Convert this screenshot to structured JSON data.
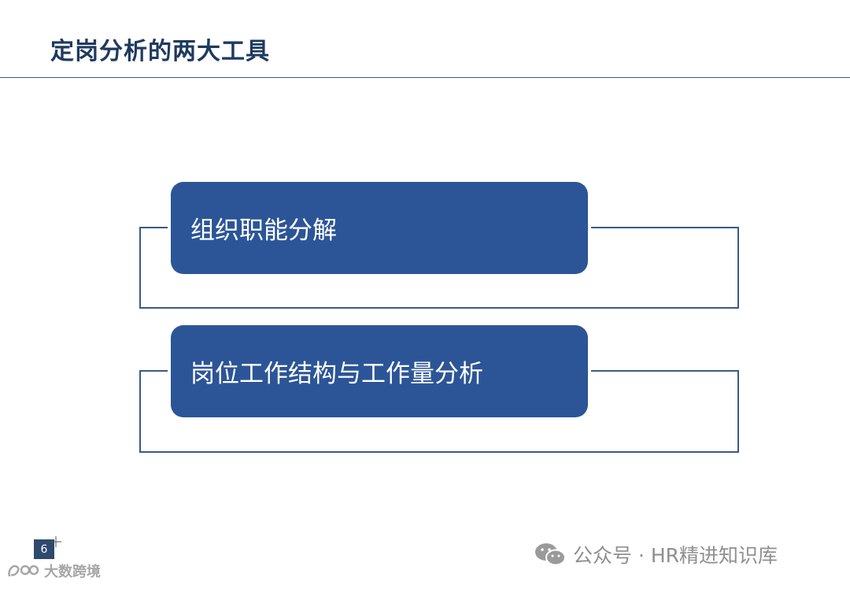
{
  "slide": {
    "title": "定岗分析的两大工具",
    "tools": [
      {
        "label": "组织职能分解"
      },
      {
        "label": "岗位工作结构与工作量分析"
      }
    ],
    "page_number": "6"
  },
  "watermark": {
    "text": "大数跨境",
    "icon": "logo-icon"
  },
  "footer": {
    "credit": "公众号 · HR精进知识库",
    "icon": "wechat-icon"
  },
  "colors": {
    "box_fill": "#2c5597",
    "bracket_line": "#3b5a86",
    "title_text": "#1e3a5f",
    "page_badge": "#2f4a6d"
  }
}
